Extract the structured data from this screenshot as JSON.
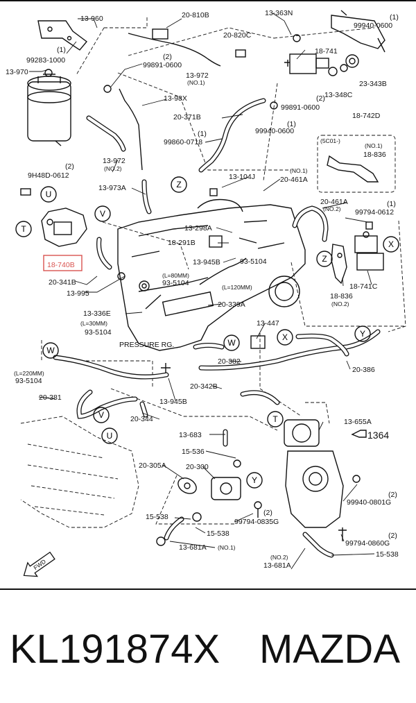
{
  "labels": [
    {
      "id": "13-960",
      "text": "13-960"
    },
    {
      "id": "20-810b",
      "text": "20-810B"
    },
    {
      "id": "13-363n",
      "text": "13-363N"
    },
    {
      "id": "q1a",
      "text": "(1)"
    },
    {
      "id": "99940-0600a",
      "text": "99940-0600"
    },
    {
      "id": "20-820c",
      "text": "20-820C"
    },
    {
      "id": "q1b",
      "text": "(1)"
    },
    {
      "id": "99283-1000",
      "text": "99283-1000"
    },
    {
      "id": "q2a",
      "text": "(2)"
    },
    {
      "id": "99891-0600a",
      "text": "99891-0600"
    },
    {
      "id": "18-741",
      "text": "18-741"
    },
    {
      "id": "13-970",
      "text": "13-970"
    },
    {
      "id": "13-972a",
      "text": "13-972"
    },
    {
      "id": "no1a",
      "text": "(NO.1)"
    },
    {
      "id": "23-343b",
      "text": "23-343B"
    },
    {
      "id": "13-98x",
      "text": "13-98X"
    },
    {
      "id": "q2b",
      "text": "(2)"
    },
    {
      "id": "13-348c",
      "text": "13-348C"
    },
    {
      "id": "99891-0600b",
      "text": "99891-0600"
    },
    {
      "id": "20-371b",
      "text": "20-371B"
    },
    {
      "id": "18-742d",
      "text": "18-742D"
    },
    {
      "id": "q1c",
      "text": "(1)"
    },
    {
      "id": "99940-0600b",
      "text": "99940-0600"
    },
    {
      "id": "q1d",
      "text": "(1)"
    },
    {
      "id": "99860-0718",
      "text": "99860-0718"
    },
    {
      "id": "5c01",
      "text": "(5C01-)"
    },
    {
      "id": "no1b",
      "text": "(NO.1)"
    },
    {
      "id": "18-836a",
      "text": "18-836"
    },
    {
      "id": "13-972b",
      "text": "13-972"
    },
    {
      "id": "no2a",
      "text": "(NO.2)"
    },
    {
      "id": "q2c",
      "text": "(2)"
    },
    {
      "id": "9h48d",
      "text": "9H48D-0612"
    },
    {
      "id": "13-104j",
      "text": "13-104J"
    },
    {
      "id": "no1c",
      "text": "(NO.1)"
    },
    {
      "id": "20-461a-a",
      "text": "20-461A"
    },
    {
      "id": "13-973a",
      "text": "13-973A"
    },
    {
      "id": "20-461a-b",
      "text": "20-461A"
    },
    {
      "id": "no2b",
      "text": "(NO.2)"
    },
    {
      "id": "q1e",
      "text": "(1)"
    },
    {
      "id": "99794-0612",
      "text": "99794-0612"
    },
    {
      "id": "13-298a",
      "text": "13-298A"
    },
    {
      "id": "18-291b",
      "text": "18-291B"
    },
    {
      "id": "18-740b",
      "text": "18-740B"
    },
    {
      "id": "l80",
      "text": "(L=80MM)"
    },
    {
      "id": "93-5104a",
      "text": "93-5104"
    },
    {
      "id": "13-945b-a",
      "text": "13-945B"
    },
    {
      "id": "93-5104b",
      "text": "93-5104"
    },
    {
      "id": "l120",
      "text": "(L=120MM)"
    },
    {
      "id": "20-341b",
      "text": "20-341B"
    },
    {
      "id": "13-995",
      "text": "13-995"
    },
    {
      "id": "18-836b",
      "text": "18-836"
    },
    {
      "id": "no2c",
      "text": "(NO.2)"
    },
    {
      "id": "18-741c",
      "text": "18-741C"
    },
    {
      "id": "13-336e",
      "text": "13-336E"
    },
    {
      "id": "20-339a",
      "text": "20-339A"
    },
    {
      "id": "l30",
      "text": "(L=30MM)"
    },
    {
      "id": "93-5104c",
      "text": "93-5104"
    },
    {
      "id": "13-447",
      "text": "13-447"
    },
    {
      "id": "pressure",
      "text": "PRESSURE RG."
    },
    {
      "id": "20-382",
      "text": "20-382"
    },
    {
      "id": "20-386",
      "text": "20-386"
    },
    {
      "id": "l220",
      "text": "(L=220MM)"
    },
    {
      "id": "93-5104d",
      "text": "93-5104"
    },
    {
      "id": "20-342b",
      "text": "20-342B"
    },
    {
      "id": "20-381",
      "text": "20-381"
    },
    {
      "id": "13-945b-b",
      "text": "13-945B"
    },
    {
      "id": "20-344",
      "text": "20-344"
    },
    {
      "id": "13-655a",
      "text": "13-655A"
    },
    {
      "id": "13-683",
      "text": "13-683"
    },
    {
      "id": "1364",
      "text": "1364"
    },
    {
      "id": "15-536",
      "text": "15-536"
    },
    {
      "id": "20-305a",
      "text": "20-305A"
    },
    {
      "id": "20-300",
      "text": "20-300"
    },
    {
      "id": "q2d",
      "text": "(2)"
    },
    {
      "id": "99940-0801g",
      "text": "99940-0801G"
    },
    {
      "id": "q2e",
      "text": "(2)"
    },
    {
      "id": "99794-0835g",
      "text": "99794-0835G"
    },
    {
      "id": "15-538a",
      "text": "15-538"
    },
    {
      "id": "15-538b",
      "text": "15-538"
    },
    {
      "id": "q2f",
      "text": "(2)"
    },
    {
      "id": "99794-0860g",
      "text": "99794-0860G"
    },
    {
      "id": "13-681a-a",
      "text": "13-681A"
    },
    {
      "id": "no1d",
      "text": "(NO.1)"
    },
    {
      "id": "15-538c",
      "text": "15-538"
    },
    {
      "id": "no2d",
      "text": "(NO.2)"
    },
    {
      "id": "13-681a-b",
      "text": "13-681A"
    },
    {
      "id": "fwd",
      "text": "FWD"
    }
  ],
  "callouts": [
    "U",
    "T",
    "V",
    "Z",
    "X",
    "Y",
    "W"
  ],
  "highlight": {
    "part": "18-740B",
    "color": "#d9534f"
  },
  "caption": {
    "part_number": "KL191874X",
    "brand": "MAZDA"
  }
}
